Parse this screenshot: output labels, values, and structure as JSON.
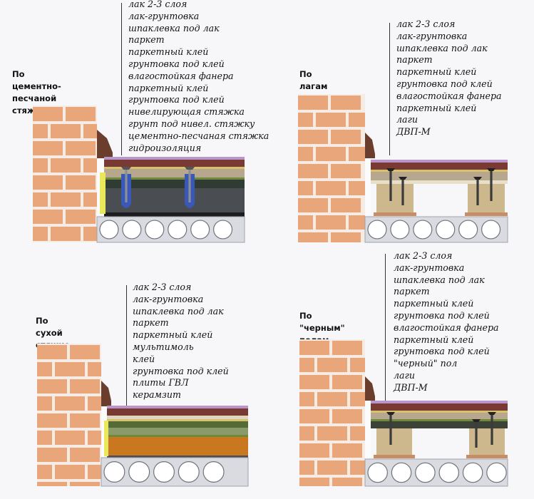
{
  "panels": {
    "cement": {
      "title": "По цементно-\nпесчаной стяжке",
      "layers": [
        "лак 2-3 слоя",
        "лак-грунтовка",
        "шпаклевка под лак",
        "паркет",
        "паркетный клей",
        "грунтовка под клей",
        "влагостойкая фанера",
        "паркетный клей",
        "грунтовка под клей",
        "нивелирующая стяжка",
        "грунт под нивел. стяжку",
        "цементно-песчаная стяжка",
        "гидроизоляция"
      ]
    },
    "joists": {
      "title": "По лагам",
      "layers": [
        "лак 2-3 слоя",
        "лак-грунтовка",
        "шпаклевка под лак",
        "паркет",
        "паркетный клей",
        "грунтовка под клей",
        "влагостойкая фанера",
        "паркетный клей",
        "лаги",
        "ДВП-М"
      ]
    },
    "dry": {
      "title": "По сухой\nстяжке",
      "layers": [
        "лак 2-3 слоя",
        "лак-грунтовка",
        "шпаклевка под лак",
        "паркет",
        "паркетный клей",
        "мультимоль",
        "клей",
        "грунтовка под клей",
        "плиты ГВЛ",
        "керамзит"
      ]
    },
    "rough": {
      "title": "По \"черным\"\nполам",
      "layers": [
        "лак 2-3 слоя",
        "лак-грунтовка",
        "шпаклевка под лак",
        "паркет",
        "паркетный клей",
        "грунтовка под клей",
        "влагостойкая фанера",
        "паркетный клей",
        "грунтовка под клей",
        "\"черный\" пол",
        "лаги",
        "ДВП-М"
      ]
    }
  },
  "colors": {
    "brick": "#e9a67a",
    "mortar": "#f6ece4",
    "slab": "#d9dbe1",
    "parquet": "#7a3a34",
    "plywood": "#b7a78f",
    "screed": "#2f3b33",
    "green": "#556b35",
    "violet": "#b995c9",
    "gvl": "#8b9a6a",
    "keramzit": "#c9781f",
    "dowel": "#3a58b8"
  }
}
